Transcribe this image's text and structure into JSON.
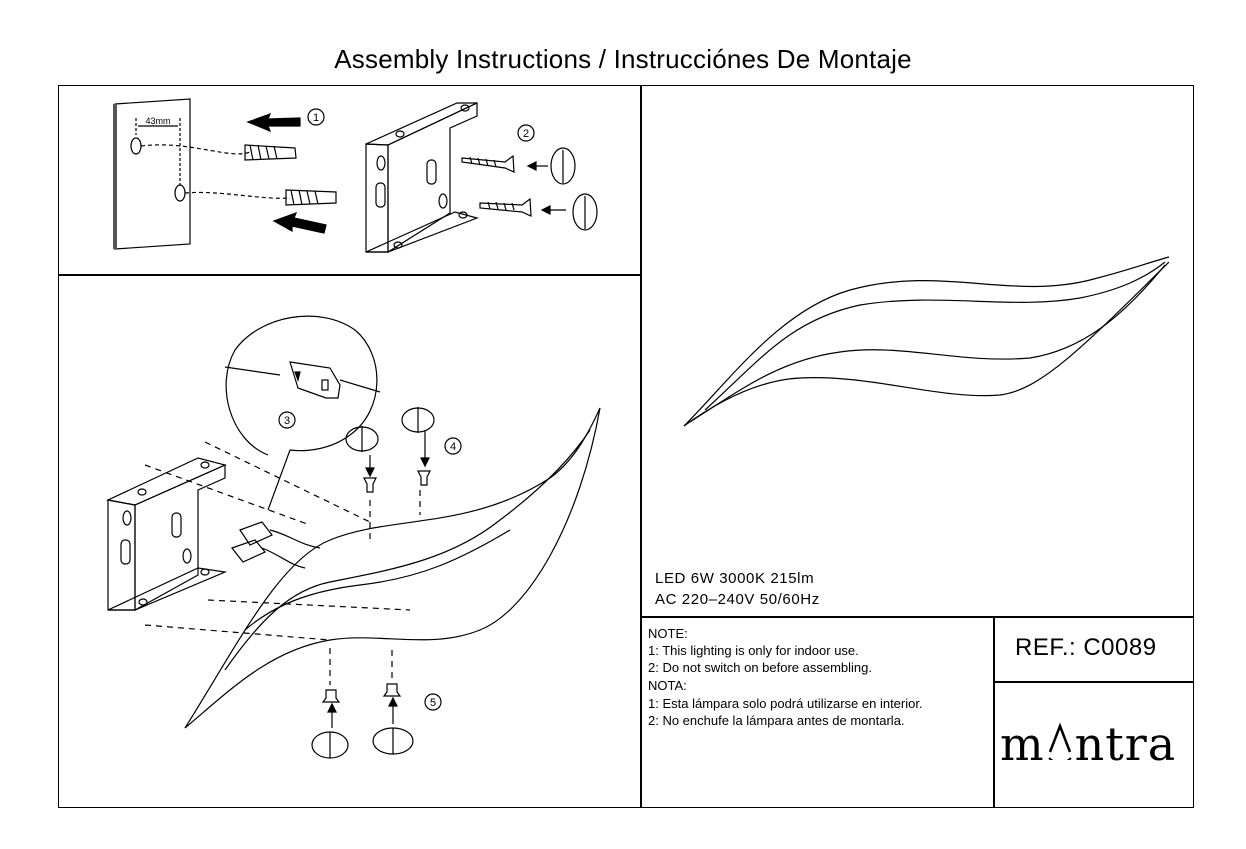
{
  "title": "Assembly Instructions / Instrucciónes De Montaje",
  "steps": {
    "s1": "1",
    "s2": "2",
    "s3": "3",
    "s4": "4",
    "s5": "5",
    "dimension": "43mm"
  },
  "specs": {
    "line1": "LED  6W  3000K  215lm",
    "line2": "AC 220–240V 50/60Hz"
  },
  "notes": {
    "note_heading": "NOTE:",
    "note_1": "1: This lighting is only for indoor use.",
    "note_2": "2: Do not switch on before assembling.",
    "nota_heading": "NOTA:",
    "nota_1": "1: Esta lámpara solo podrá utilizarse en interior.",
    "nota_2": "2: No enchufe la lámpara antes de montarla."
  },
  "ref": "REF.:  C0089",
  "brand": {
    "left": "m",
    "right": "ntra"
  }
}
